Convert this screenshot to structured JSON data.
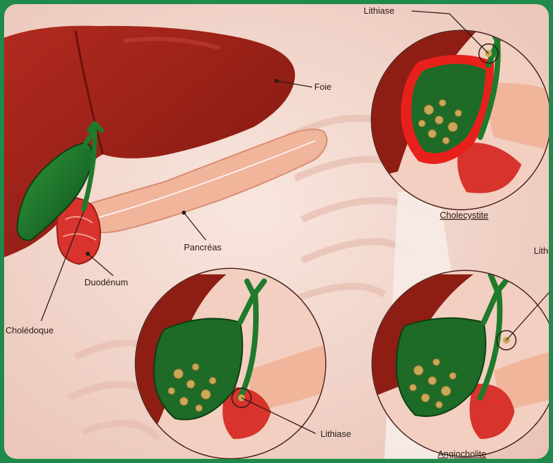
{
  "labels": {
    "foie": "Foie",
    "pancreas": "Pancréas",
    "duodenum": "Duodénum",
    "choledoque": "Cholédoque",
    "lithiase_top": "Lithiase",
    "lithiase_bottom": "Lithiase",
    "lithiase_right": "Lithi",
    "cholecystite": "Cholecystite",
    "angiocholite": "Angiocholite"
  },
  "colors": {
    "frame": "#1f8a4a",
    "background": "#f3d9cf",
    "liver": "#a5221a",
    "gallbladder": "#1f7a2c",
    "inflamed": "#e8201c",
    "pancreas": "#f2b8a0",
    "duodenum": "#d93030",
    "stones": "#c9a85a"
  }
}
